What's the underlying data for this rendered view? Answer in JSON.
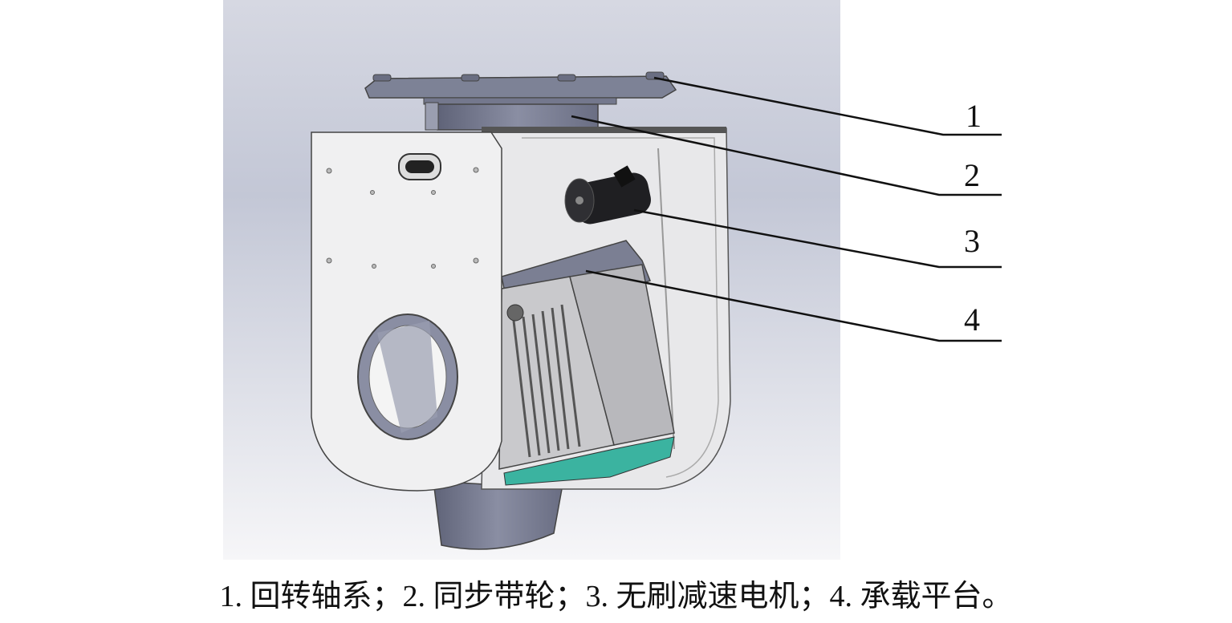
{
  "callouts": [
    {
      "number": "1"
    },
    {
      "number": "2"
    },
    {
      "number": "3"
    },
    {
      "number": "4"
    }
  ],
  "caption": "1. 回转轴系；2. 同步带轮；3. 无刷减速电机；4. 承载平台。",
  "colors": {
    "background_top": "#c9ccd9",
    "background_bottom": "#f3f3f6",
    "frame": "#eeeeee",
    "metal": "#7b7f93",
    "accent": "#3bb3a0"
  }
}
